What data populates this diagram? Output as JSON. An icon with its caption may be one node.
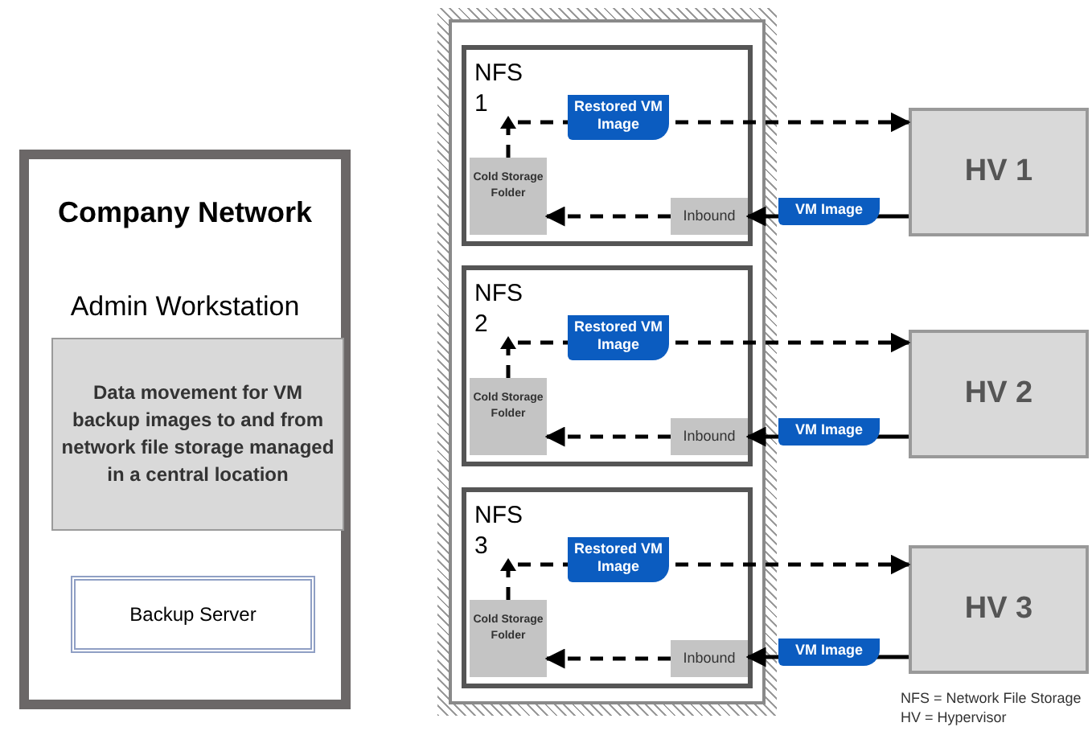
{
  "diagram": {
    "nodes": [
      {
        "text": [
          "Company Network",
          "Admin Workstation"
        ]
      },
      {
        "text": [
          "Data movement for VM backup images to and from network file storage managed in a central location"
        ],
        "in": 0
      },
      {
        "text": [
          "Backup Server"
        ],
        "in": 0
      },
      {
        "text": [],
        "shape": "box"
      },
      {
        "text": [
          "NFS 1"
        ],
        "in": 3
      },
      {
        "text": [
          "Cold Storage Folder"
        ],
        "in": 4
      },
      {
        "text": [
          "Inbound"
        ],
        "in": 4
      },
      {
        "text": [
          "HV 1"
        ]
      },
      {
        "text": [
          "NFS 2"
        ],
        "in": 3
      },
      {
        "text": [
          "Cold Storage Folder"
        ],
        "in": 8
      },
      {
        "text": [
          "Inbound"
        ],
        "in": 8
      },
      {
        "text": [
          "HV 2"
        ]
      },
      {
        "text": [
          "NFS 3"
        ],
        "in": 3
      },
      {
        "text": [
          "Cold Storage Folder"
        ],
        "in": 12
      },
      {
        "text": [
          "Inbound"
        ],
        "in": 12
      },
      {
        "text": [
          "HV 3"
        ]
      }
    ],
    "edges": [
      {
        "from": 5,
        "to": 7,
        "arrow": "to",
        "style": "dashed",
        "label": "Restored VM Image"
      },
      {
        "from": 7,
        "to": 6,
        "arrow": "to",
        "label": "VM Image"
      },
      {
        "from": 6,
        "to": 5,
        "arrow": "to",
        "style": "dashed"
      },
      {
        "from": 9,
        "to": 11,
        "arrow": "to",
        "style": "dashed",
        "label": "Restored VM Image"
      },
      {
        "from": 11,
        "to": 10,
        "arrow": "to",
        "label": "VM Image"
      },
      {
        "from": 10,
        "to": 9,
        "arrow": "to",
        "style": "dashed"
      },
      {
        "from": 13,
        "to": 15,
        "arrow": "to",
        "style": "dashed",
        "label": "Restored VM Image"
      },
      {
        "from": 15,
        "to": 14,
        "arrow": "to",
        "label": "VM Image"
      },
      {
        "from": 14,
        "to": 13,
        "arrow": "to",
        "style": "dashed"
      }
    ],
    "labels": [
      "NFS = Network File Storage",
      "HV = Hypervisor"
    ]
  }
}
